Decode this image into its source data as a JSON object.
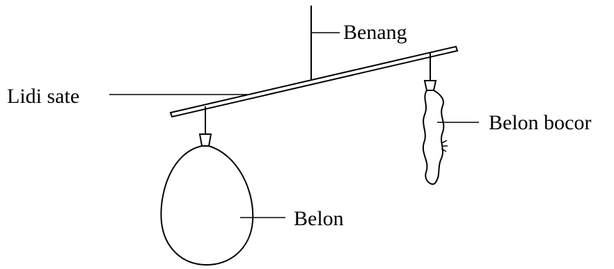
{
  "diagram": {
    "labels": {
      "thread": "Benang",
      "skewer": "Lidi sate",
      "leaking_balloon": "Belon bocor",
      "balloon": "Belon"
    }
  }
}
